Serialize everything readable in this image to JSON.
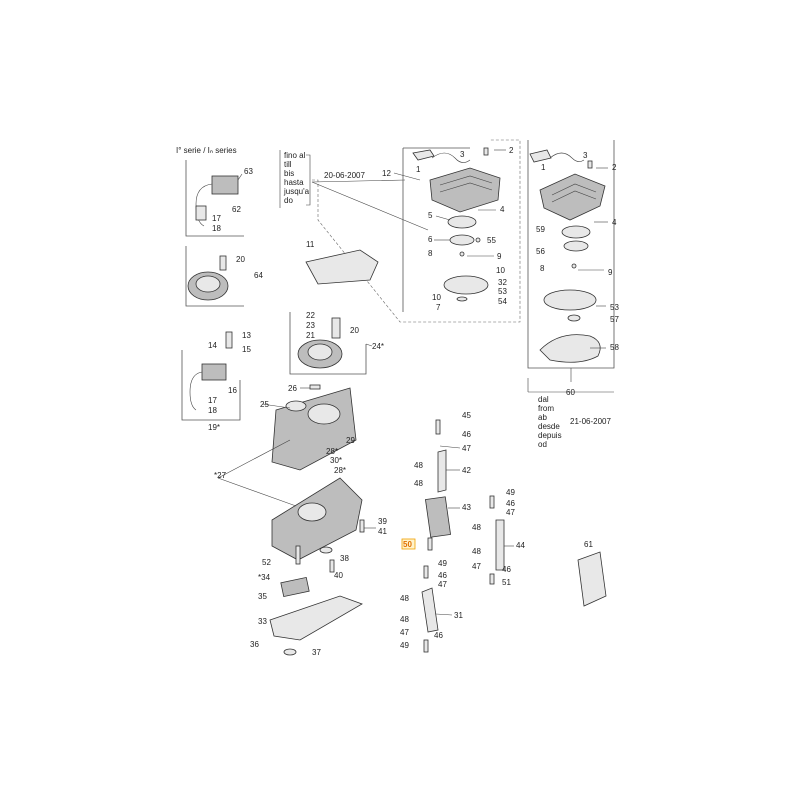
{
  "series_note": "I° serie / Iₙ series",
  "until": {
    "lines": [
      "fino al",
      "till",
      "bis",
      "hasta",
      "jusqu'a",
      "do"
    ],
    "date": "20-06-2007"
  },
  "from": {
    "lines": [
      "dal",
      "from",
      "ab",
      "desde",
      "depuis",
      "od"
    ],
    "date": "21-06-2007"
  },
  "highlight_label": "50",
  "labels": {
    "l1a": "1",
    "l3a": "3",
    "l2a": "2",
    "l12": "12",
    "l4a": "4",
    "l5": "5",
    "l6": "6",
    "l55": "55",
    "l8a": "8",
    "l9a": "9",
    "l10a": "10",
    "l32": "32",
    "l53a": "53",
    "l10b": "10",
    "l54": "54",
    "l7a": "7",
    "l1b": "1",
    "l3b": "3",
    "l2b": "2",
    "l4b": "4",
    "l59": "59",
    "l56": "56",
    "l8b": "8",
    "l9b": "9",
    "l53b": "53",
    "l57": "57",
    "l58": "58",
    "l60": "60",
    "l63": "63",
    "l62": "62",
    "l17a": "17",
    "l18a": "18",
    "l20a": "20",
    "l64": "64",
    "l11": "11",
    "l22": "22",
    "l23": "23",
    "l21": "21",
    "l20b": "20",
    "l24": "24*",
    "l13": "13",
    "l14": "14",
    "l15": "15",
    "l16": "16",
    "l17b": "17",
    "l18b": "18",
    "l19": "19*",
    "l26": "26",
    "l25": "25",
    "l29": "29",
    "l28a": "28*",
    "l30": "30*",
    "l28b": "28*",
    "l27": "*27",
    "l39": "39",
    "l41": "41",
    "l52": "52",
    "l38": "38",
    "l34": "*34",
    "l40": "40",
    "l35": "35",
    "l33": "33",
    "l36": "36",
    "l37": "37",
    "l45": "45",
    "l46a": "46",
    "l47a": "47",
    "l48a": "48",
    "l42": "42",
    "l48b": "48",
    "l43": "43",
    "l49a": "49",
    "l46b": "46",
    "l48c": "48",
    "l47b": "47",
    "l44": "44",
    "l48d": "48",
    "l47c": "47",
    "l46c": "46",
    "l51": "51",
    "l49b": "49",
    "l46d": "46",
    "l47d": "47",
    "l48e": "48",
    "l31": "31",
    "l48f": "48",
    "l47e": "47",
    "l46e": "46",
    "l49c": "49",
    "l61": "61"
  }
}
